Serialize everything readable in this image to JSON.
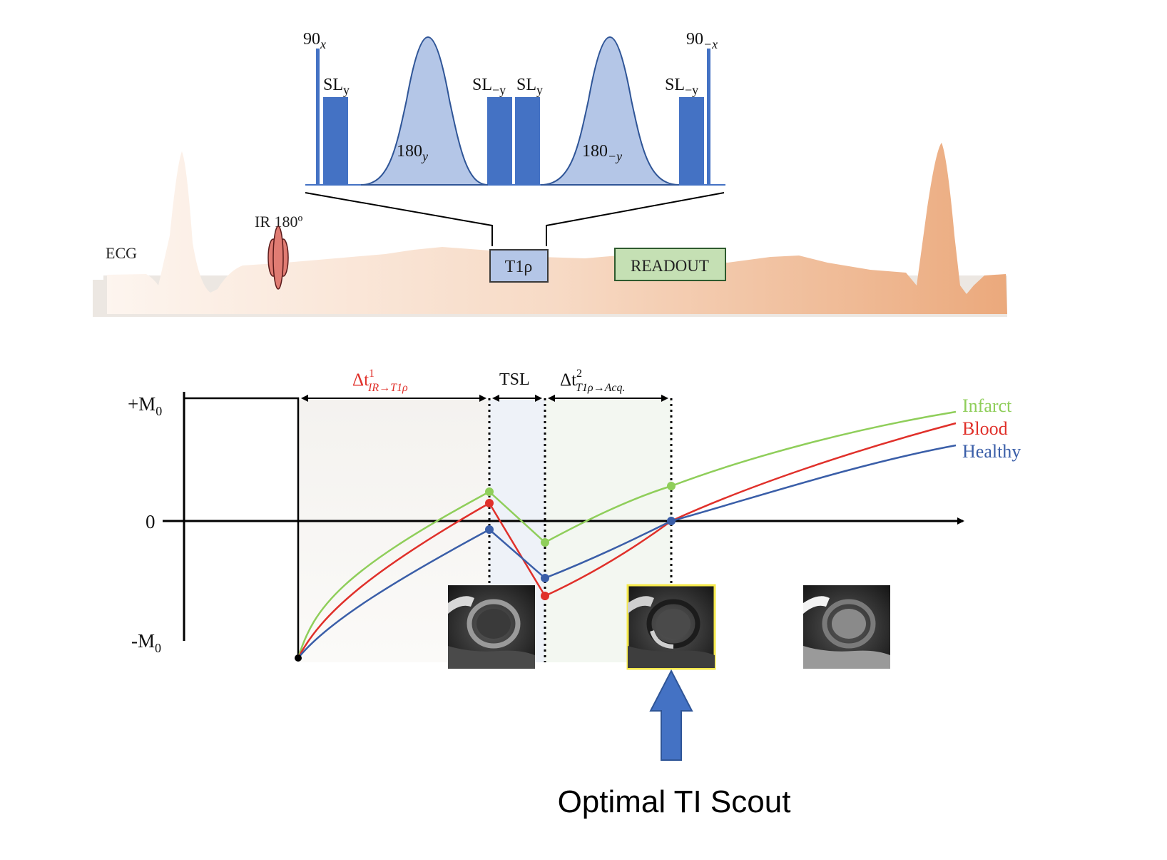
{
  "pulse_sequence": {
    "pulse_90x": {
      "base": "90",
      "sub": "x"
    },
    "pulse_90mx": {
      "base": "90",
      "sub": "−x"
    },
    "sl_y_1": {
      "base": "SL",
      "sub": "y"
    },
    "sl_my_1": {
      "base": "SL",
      "sub": "−y"
    },
    "sl_y_2": {
      "base": "SL",
      "sub": "y"
    },
    "sl_my_2": {
      "base": "SL",
      "sub": "−y"
    },
    "refocus_1": {
      "base": "180",
      "sub": "y"
    },
    "refocus_2": {
      "base": "180",
      "sub": "−y"
    },
    "colors": {
      "block": "#4472c4",
      "lobe_fill": "#b4c6e7",
      "lobe_stroke": "#2f5597"
    }
  },
  "timeline": {
    "ecg_label": "ECG",
    "ir_label": "IR 180º",
    "t1rho_box": "T1ρ",
    "readout_box": "READOUT",
    "colors": {
      "ecg_light": "#fbf1ea",
      "ecg_dark": "#e9a676",
      "ir_pulse": "#e07c73",
      "t1rho_fill": "#b4c6e7",
      "readout_fill": "#c5e0b4"
    }
  },
  "plot": {
    "y_plus": {
      "base": "+M",
      "sub": "0"
    },
    "y_zero": "0",
    "y_minus": {
      "base": "-M",
      "sub": "0"
    },
    "interval_1": {
      "base": "Δt",
      "sup": "1",
      "sub": "IR→T1ρ"
    },
    "interval_tsl": "TSL",
    "interval_2": {
      "base": "Δt",
      "sup": "2",
      "sub": "T1ρ→Acq."
    },
    "legend": [
      {
        "label": "Infarct",
        "color": "#8fce5a"
      },
      {
        "label": "Blood",
        "color": "#e0302a"
      },
      {
        "label": "Healthy",
        "color": "#3a5ea8"
      }
    ],
    "scout_label": "Optimal TI Scout",
    "arrow_color": "#4472c4",
    "highlight_color": "#f5e94a"
  }
}
